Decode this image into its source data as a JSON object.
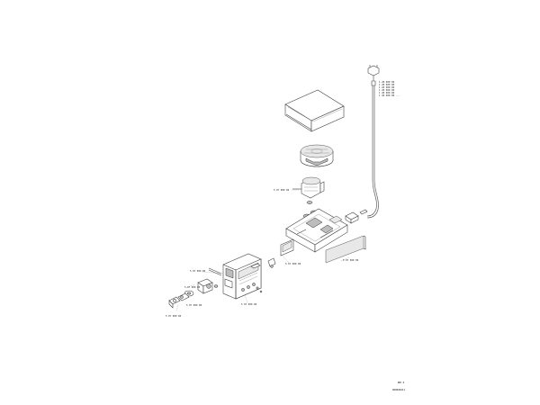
{
  "diagram": {
    "parts_list": [
      "1 20 000 00",
      "1 20 000 00",
      "1 20 000 00",
      "1 20 000 00",
      "1 20 000 00",
      "1 20 000 00 ..."
    ],
    "callouts": {
      "motor": "5 07 000 00",
      "chassis_left": "5 07 000 00",
      "panel_right": "5 07 000 00",
      "front_panel": "5 07 000 00",
      "knob_group": "5 07 000 00",
      "knob_rear": "5 07 000 00",
      "knob_small": "5 07 000 00",
      "bottom_knob": "5 07 000 00"
    },
    "footer": {
      "sheet": "BM 3",
      "code": "000000411"
    }
  }
}
